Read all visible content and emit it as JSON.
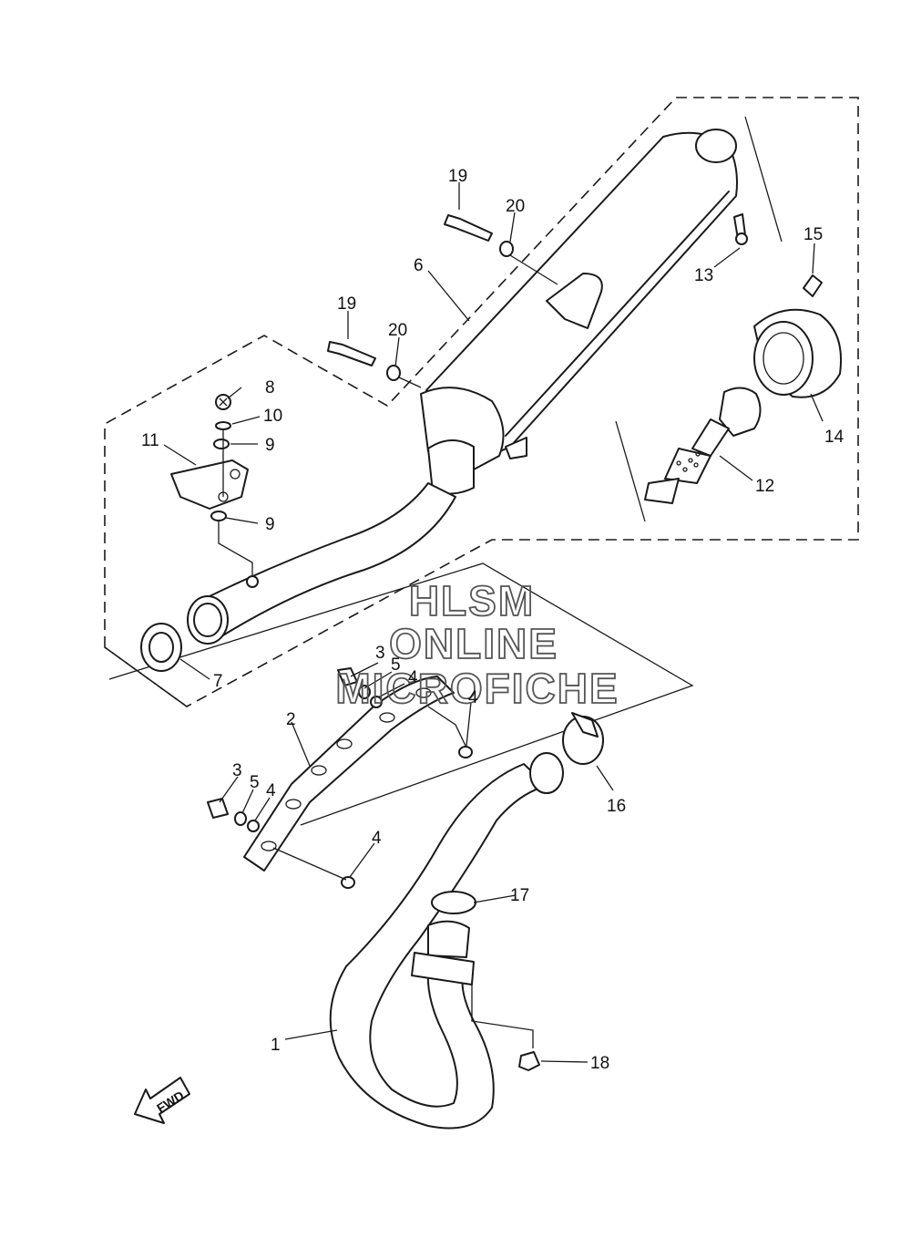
{
  "watermark": {
    "line1": "HLSM",
    "line2": "ONLINE",
    "line3": "MICROFICHE"
  },
  "direction_arrow": {
    "label": "FWD"
  },
  "callouts": {
    "c1": "1",
    "c2": "2",
    "c3a": "3",
    "c3b": "3",
    "c4a": "4",
    "c4b": "4",
    "c4c": "4",
    "c4d": "4",
    "c5a": "5",
    "c5b": "5",
    "c6": "6",
    "c7": "7",
    "c8": "8",
    "c9a": "9",
    "c9b": "9",
    "c10": "10",
    "c11": "11",
    "c12": "12",
    "c13": "13",
    "c14": "14",
    "c15": "15",
    "c16": "16",
    "c17": "17",
    "c18": "18",
    "c19a": "19",
    "c19b": "19",
    "c20a": "20",
    "c20b": "20"
  }
}
